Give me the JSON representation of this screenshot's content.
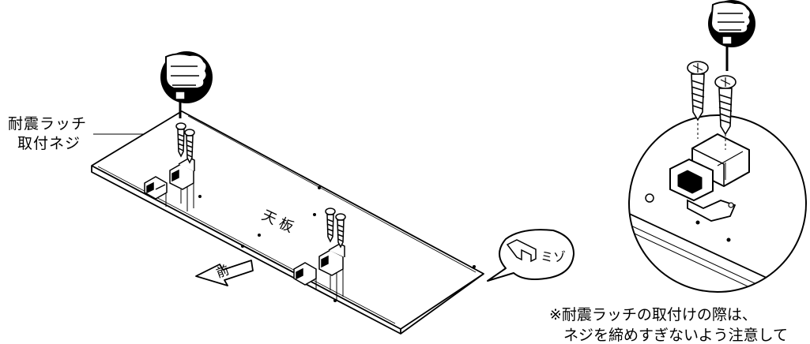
{
  "labels": {
    "latch_screw_line1": "耐震ラッチ",
    "latch_screw_line2": "取付ネジ",
    "top_board": "天 板",
    "front": "前",
    "groove": "ミゾ"
  },
  "note": {
    "line1": "※耐震ラッチの取付けの際は、",
    "line2": "ネジを締めすぎないよう注意して"
  }
}
